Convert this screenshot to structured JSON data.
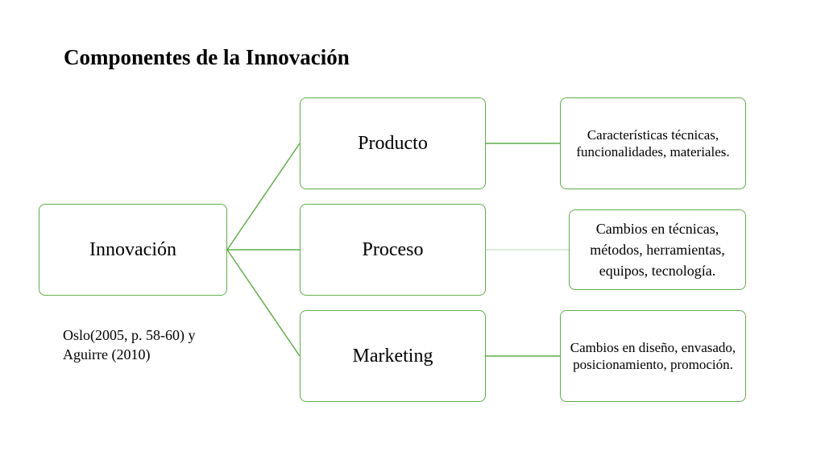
{
  "slide": {
    "title": "Componentes de la Innovación",
    "citation_line1": "Oslo(2005, p. 58-60) y",
    "citation_line2": "Aguirre (2010)"
  },
  "diagram": {
    "root": {
      "label": "Innovación"
    },
    "branches": [
      {
        "label": "Producto",
        "detail": "Características técnicas, funcionalidades, materiales."
      },
      {
        "label": "Proceso",
        "detail": "Cambios en técnicas, métodos, herramientas, equipos, tecnología."
      },
      {
        "label": "Marketing",
        "detail": "Cambios en diseño, envasado, posicionamiento, promoción."
      }
    ]
  },
  "colors": {
    "border": "#5fae4a",
    "connector": "#5fae4a",
    "connector_faint": "#cfe6c7"
  }
}
